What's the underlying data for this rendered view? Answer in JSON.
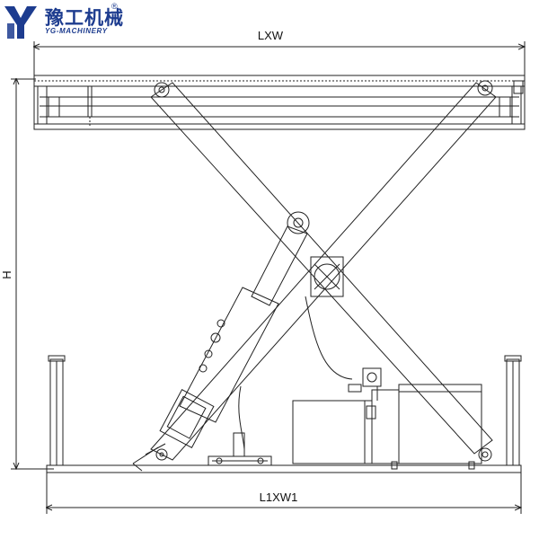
{
  "brand": {
    "name_cn": "豫工机械",
    "name_en": "YG-MACHINERY",
    "registered_mark": "®",
    "logo_color": "#1d3c8f"
  },
  "dimensions": {
    "top_width": "LXW",
    "height": "H",
    "base_size": "L1XW1"
  },
  "colors": {
    "line": "#222222",
    "background": "#ffffff"
  }
}
